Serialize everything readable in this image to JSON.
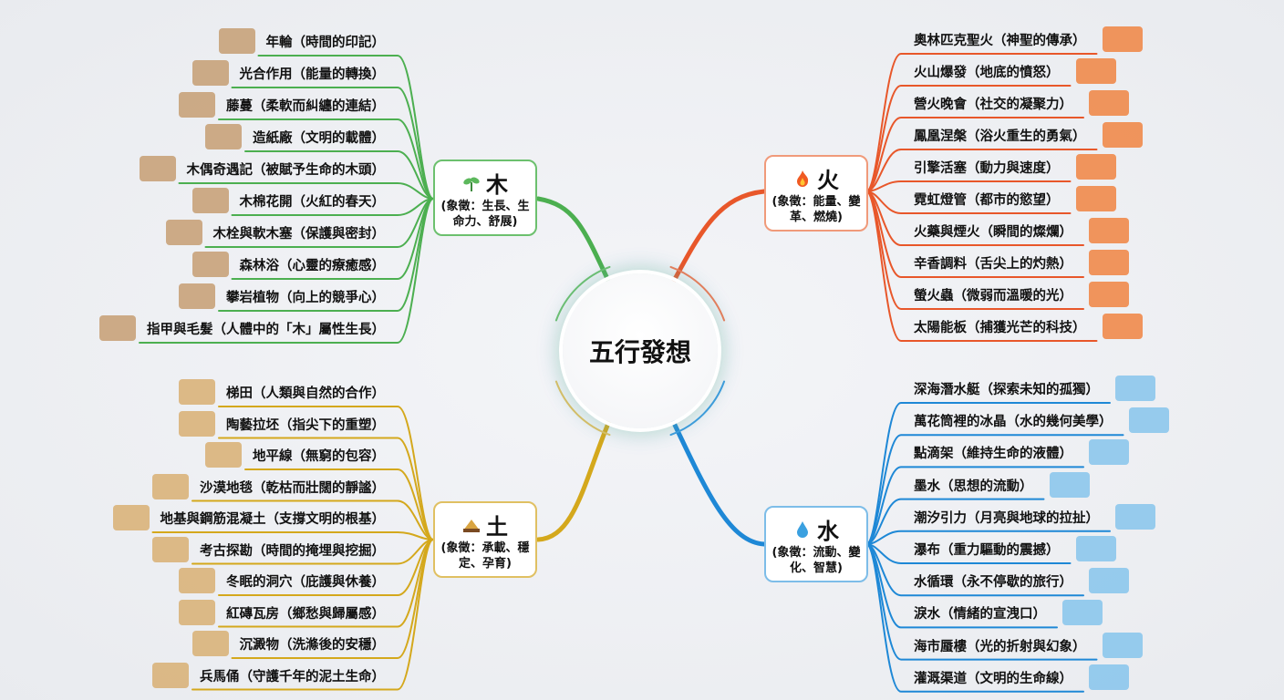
{
  "center": {
    "title": "五行發想"
  },
  "colors": {
    "wood": "#4caf50",
    "fire": "#e8572a",
    "earth": "#d4a81c",
    "water": "#1e88d6"
  },
  "elements": {
    "wood": {
      "name": "木",
      "icon": "seedling-icon",
      "subtitle": "(象徵：生長、生命力、舒展)",
      "items": [
        "年輪（時間的印記）",
        "光合作用（能量的轉換）",
        "藤蔓（柔軟而糾纏的連結）",
        "造紙廠（文明的載體）",
        "木偶奇遇記（被賦予生命的木頭）",
        "木棉花開（火紅的春天）",
        "木栓與軟木塞（保護與密封）",
        "森林浴（心靈的療癒感）",
        "攀岩植物（向上的競爭心）",
        "指甲與毛髮（人體中的「木」屬性生長）"
      ]
    },
    "fire": {
      "name": "火",
      "icon": "flame-icon",
      "subtitle": "(象徵：能量、變革、燃燒)",
      "items": [
        "奧林匹克聖火（神聖的傳承）",
        "火山爆發（地底的憤怒）",
        "營火晚會（社交的凝聚力）",
        "鳳凰涅槃（浴火重生的勇氣）",
        "引擎活塞（動力與速度）",
        "霓虹燈管（都市的慾望）",
        "火藥與煙火（瞬間的燦爛）",
        "辛香調料（舌尖上的灼熱）",
        "螢火蟲（微弱而溫暖的光）",
        "太陽能板（捕獲光芒的科技）"
      ]
    },
    "earth": {
      "name": "土",
      "icon": "soil-mound-icon",
      "subtitle": "(象徵：承載、穩定、孕育)",
      "items": [
        "梯田（人類與自然的合作）",
        "陶藝拉坯（指尖下的重塑）",
        "地平線（無窮的包容）",
        "沙漠地毯（乾枯而壯闊的靜謐）",
        "地基與鋼筋混凝土（支撐文明的根基）",
        "考古探勘（時間的掩埋與挖掘）",
        "冬眠的洞穴（庇護與休養）",
        "紅磚瓦房（鄉愁與歸屬感）",
        "沉澱物（洗滌後的安穩）",
        "兵馬俑（守護千年的泥土生命）"
      ]
    },
    "water": {
      "name": "水",
      "icon": "water-drop-icon",
      "subtitle": "(象徵：流動、變化、智慧)",
      "items": [
        "深海潛水艇（探索未知的孤獨）",
        "萬花筒裡的冰晶（水的幾何美學）",
        "點滴架（維持生命的液體）",
        "墨水（思想的流動）",
        "潮汐引力（月亮與地球的拉扯）",
        "瀑布（重力驅動的震撼）",
        "水循環（永不停歇的旅行）",
        "淚水（情緒的宣洩口）",
        "海市蜃樓（光的折射與幻象）",
        "灌溉渠道（文明的生命線）"
      ]
    }
  }
}
